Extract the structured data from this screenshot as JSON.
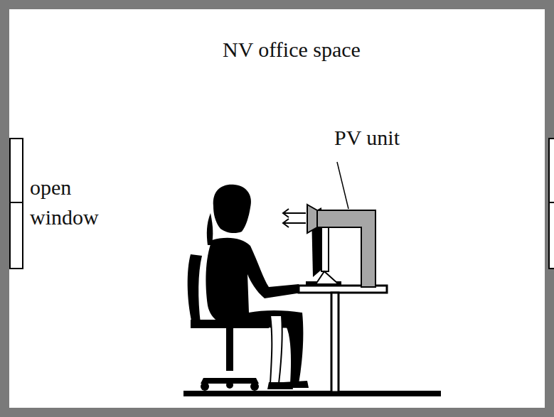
{
  "diagram": {
    "nodes": [
      {
        "text": [
          "NV office space"
        ]
      }
    ],
    "labels": [
      "PV unit",
      "open window"
    ]
  }
}
